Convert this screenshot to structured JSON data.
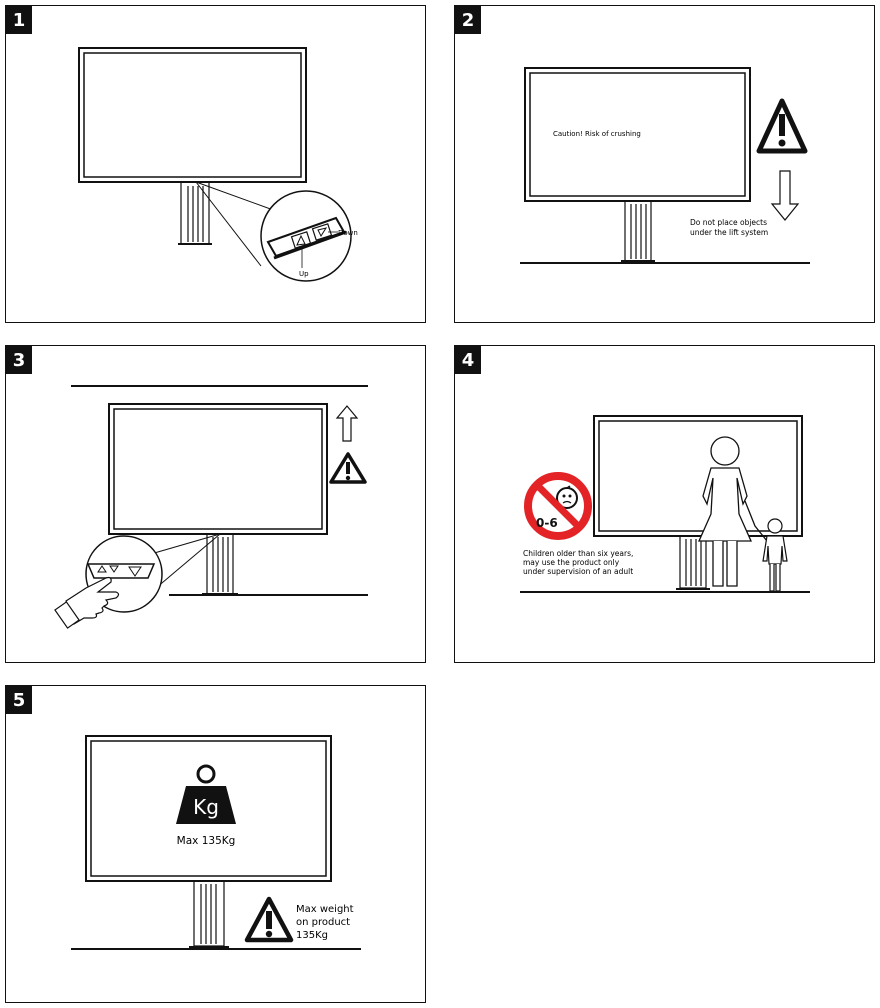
{
  "panels": [
    {
      "number": "1",
      "labels": {
        "down": "Down",
        "up": "Up"
      }
    },
    {
      "number": "2",
      "labels": {
        "caution": "Caution! Risk of crushing",
        "no_objects_1": "Do not place objects",
        "no_objects_2": "under the lift system"
      }
    },
    {
      "number": "3",
      "labels": {}
    },
    {
      "number": "4",
      "labels": {
        "age": "0-6",
        "children_1": "Children older than six years,",
        "children_2": "may use the product only",
        "children_3": "under supervision of an adult"
      }
    },
    {
      "number": "5",
      "labels": {
        "kg": "Kg",
        "max": "Max 135Kg",
        "weight_1": "Max weight",
        "weight_2": "on product",
        "weight_3": "135Kg"
      }
    }
  ],
  "icons": [
    "caution-triangle-icon",
    "arrow-down-icon",
    "arrow-up-icon",
    "no-children-icon",
    "weight-icon",
    "hand-pointer-icon"
  ]
}
